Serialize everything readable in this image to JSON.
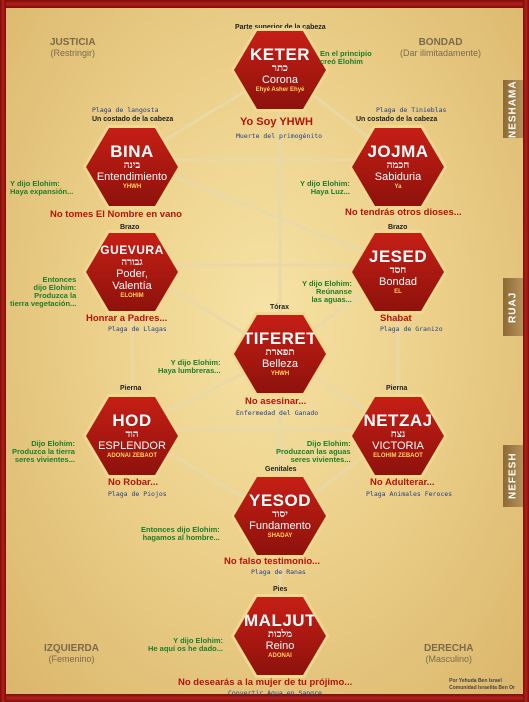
{
  "top_label": "Parte superior de la cabeza",
  "corners": {
    "tl": {
      "title": "JUSTICIA",
      "sub": "(Restringir)"
    },
    "tr": {
      "title": "BONDAD",
      "sub": "(Dar ilimitadamente)"
    },
    "bl": {
      "title": "IZQUIERDA",
      "sub": "(Femenino)"
    },
    "br": {
      "title": "DERECHA",
      "sub": "(Masculino)"
    }
  },
  "sides": [
    "NESHAMA",
    "RUAJ",
    "NEFESH"
  ],
  "nodes": {
    "keter": {
      "name": "KETER",
      "hebrew": "כתר",
      "meaning": "Corona",
      "sub": "Ehyé Asher Ehyé"
    },
    "bina": {
      "name": "BINA",
      "hebrew": "בינה",
      "meaning": "Entendimiento",
      "sub": "YHWH"
    },
    "jojma": {
      "name": "JOJMA",
      "hebrew": "חכמה",
      "meaning": "Sabiduria",
      "sub": "Ya"
    },
    "guevura": {
      "name": "GUEVURA",
      "hebrew": "גבורה",
      "meaning": "Poder, Valentía",
      "sub": "ELOHIM"
    },
    "jesed": {
      "name": "JESED",
      "hebrew": "חסד",
      "meaning": "Bondad",
      "sub": "EL"
    },
    "tiferet": {
      "name": "TIFERET",
      "hebrew": "תפארת",
      "meaning": "Belleza",
      "sub": "YHWH"
    },
    "hod": {
      "name": "HOD",
      "hebrew": "הוד",
      "meaning": "ESPLENDOR",
      "sub": "ADONAI ZEBAOT"
    },
    "netzaj": {
      "name": "NETZAJ",
      "hebrew": "נצח",
      "meaning": "VICTORIA",
      "sub": "ELOHIM ZEBAOT"
    },
    "yesod": {
      "name": "YESOD",
      "hebrew": "יסוד",
      "meaning": "Fundamento",
      "sub": "SHADAY"
    },
    "maljut": {
      "name": "MALJUT",
      "hebrew": "מלכות",
      "meaning": "Reino",
      "sub": "ADONAI"
    }
  },
  "body_labels": {
    "bina": "Un costado de la cabeza",
    "jojma": "Un costado de la cabeza",
    "guevura": "Brazo",
    "jesed": "Brazo",
    "tiferet": "Tórax",
    "hod": "Pierna",
    "netzaj": "Pierna",
    "yesod": "Genitales",
    "maljut": "Pies"
  },
  "creation": {
    "c1": "En el principio\ncreó Elohim",
    "c2": "Y dijo Elohim:\nHaya expansión...",
    "c3": "Y dijo Elohim:\nHaya Luz...",
    "c4": "Entonces\ndijo Elohim:\nProduzca la\ntierra vegetación...",
    "c5": "Y dijo Elohim:\nReúnanse\nlas aguas...",
    "c6": "Y dijo Elohim:\nHaya lumbreras...",
    "c7": "Dijo Elohim:\nProduzca la tierra\nseres vivientes...",
    "c8": "Dijo Elohim:\nProduzcan las aguas\nseres vivientes...",
    "c9": "Entonces dijo Elohim:\nhagamos al hombre...",
    "c10": "Y dijo Elohim:\nHe aquí os he dado..."
  },
  "commandments": {
    "keter": "Yo Soy YHWH",
    "bina": "No tomes El Nombre en vano",
    "jojma": "No tendrás otros dioses...",
    "guevura": "Honrar a Padres...",
    "jesed": "Shabat",
    "tiferet": "No asesinar...",
    "hod": "No Robar...",
    "netzaj": "No Adulterar...",
    "yesod": "No falso testimonio...",
    "maljut": "No desearás a la mujer de tu prójimo..."
  },
  "plagues": {
    "bina_top": "Plaga de langosta",
    "jojma_top": "Plaga de Tinieblas",
    "keter": "Muerte del primogénito",
    "guevura": "Plaga de Llagas",
    "jesed": "Plaga de Granizo",
    "tiferet": "Enfermedad del Ganado",
    "hod": "Plaga de Piojos",
    "netzaj": "Plaga Animales Feroces",
    "yesod": "Plaga de Ranas",
    "maljut": "Convertir Agua en Sangre"
  },
  "credit": {
    "line1": "Por Yehuda Ben Israel",
    "line2": "Comunidad Israelita Ben Or"
  }
}
